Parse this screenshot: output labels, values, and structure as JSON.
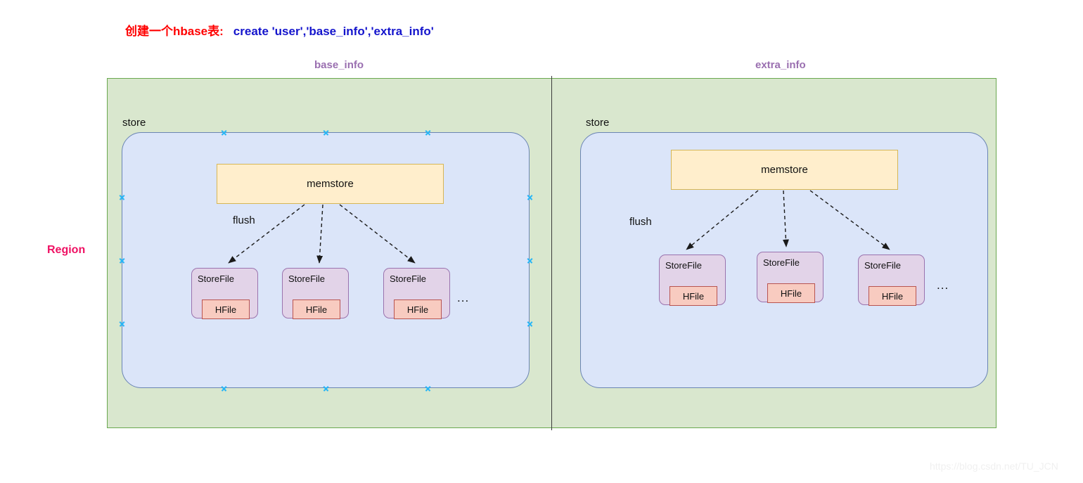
{
  "title": {
    "zh": "创建一个hbase表:",
    "command": "create  'user','base_info','extra_info'"
  },
  "column_families": {
    "left": "base_info",
    "right": "extra_info"
  },
  "region": {
    "label": "Region"
  },
  "stores": {
    "left": {
      "store_label": "store",
      "memstore_label": "memstore",
      "flush_label": "flush",
      "ellipsis": "...",
      "storefiles": [
        {
          "label": "StoreFile",
          "hfile": "HFile"
        },
        {
          "label": "StoreFile",
          "hfile": "HFile"
        },
        {
          "label": "StoreFile",
          "hfile": "HFile"
        }
      ]
    },
    "right": {
      "store_label": "store",
      "memstore_label": "memstore",
      "flush_label": "flush",
      "ellipsis": "...",
      "storefiles": [
        {
          "label": "StoreFile",
          "hfile": "HFile"
        },
        {
          "label": "StoreFile",
          "hfile": "HFile"
        },
        {
          "label": "StoreFile",
          "hfile": "HFile"
        }
      ]
    }
  },
  "watermark": "https://blog.csdn.net/TU_JCN",
  "colors": {
    "title_zh": "#ff0000",
    "title_cmd": "#1414cc",
    "column_family": "#9a6fb0",
    "region_fill": "#d9e7ce",
    "region_border": "#6aa84f",
    "region_label": "#ef1163",
    "store_fill": "#dbe5f9",
    "store_border": "#6a84b4",
    "memstore_fill": "#ffeecc",
    "memstore_border": "#d6b656",
    "storefile_fill": "#e2d3e8",
    "storefile_border": "#9a73ae",
    "hfile_fill": "#f8cbc0",
    "hfile_border": "#b85450",
    "handle": "#29b6f6"
  }
}
